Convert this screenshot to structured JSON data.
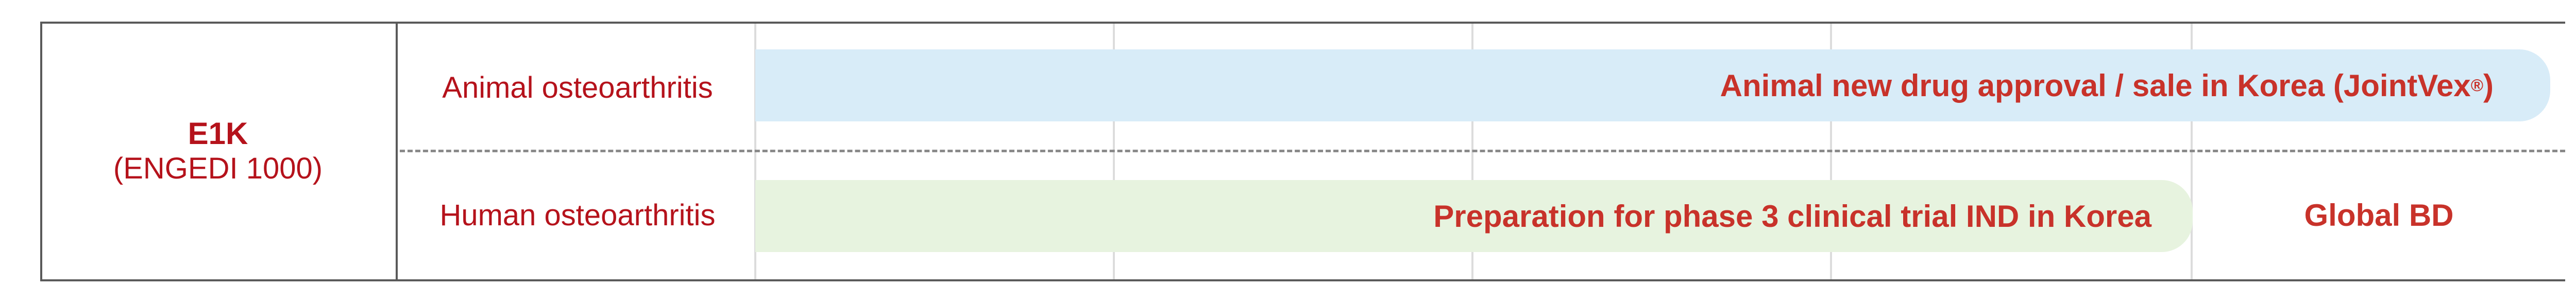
{
  "product": {
    "name": "E1K",
    "subname": "(ENGEDI 1000)"
  },
  "rows": [
    {
      "label": "Animal osteoarthritis",
      "bar_text": "Animal new drug approval / sale in Korea (JointVex",
      "bar_mark": "®",
      "bar_close": ")"
    },
    {
      "label": "Human osteoarthritis",
      "bar_text": "Preparation for phase 3 clinical trial IND in Korea",
      "extra_label": "Global BD"
    }
  ],
  "colors": {
    "accent_red": "#b5121b",
    "bar_text_red": "#c8322a",
    "animal_bar": "#d8ecf8",
    "human_bar": "#e7f3df",
    "border": "#5a5a5a",
    "grid": "#dcdcdc"
  }
}
